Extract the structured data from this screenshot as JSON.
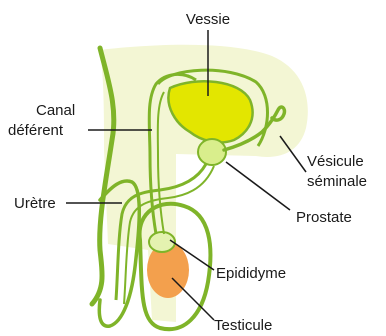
{
  "labels": {
    "vessie": "Vessie",
    "canal_line1": "Canal",
    "canal_line2": "déférent",
    "vesicule_line1": "Vésicule",
    "vesicule_line2": "séminale",
    "uretre": "Urètre",
    "prostate": "Prostate",
    "epididyme": "Epididyme",
    "testicule": "Testicule"
  },
  "colors": {
    "body_fill": "#f3f6d4",
    "outline": "#7fb429",
    "bladder": "#e3e600",
    "prostate": "#d9ee8c",
    "epididymis": "#e4f2b0",
    "testicle": "#f3a04d",
    "label": "#1a1a1a"
  }
}
